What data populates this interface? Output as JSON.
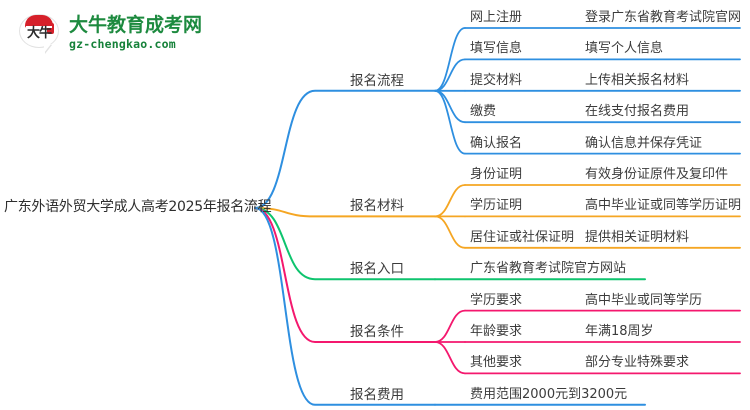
{
  "watermark": {
    "logo_mark_text": "大牛",
    "title": "大牛教育成考网",
    "subtitle": "gz-chengkao.com",
    "brand_green": "#1d8a3f",
    "brand_red": "#d6202a"
  },
  "mindmap": {
    "root": {
      "label": "广东外语外贸大学成人高考2025年报名流程"
    },
    "branches": [
      {
        "label": "报名流程",
        "color": "#2e8fe0",
        "children": [
          {
            "label": "网上注册",
            "detail": "登录广东省教育考试院官网"
          },
          {
            "label": "填写信息",
            "detail": "填写个人信息"
          },
          {
            "label": "提交材料",
            "detail": "上传相关报名材料"
          },
          {
            "label": "缴费",
            "detail": "在线支付报名费用"
          },
          {
            "label": "确认报名",
            "detail": "确认信息并保存凭证"
          }
        ]
      },
      {
        "label": "报名材料",
        "color": "#f5a623",
        "children": [
          {
            "label": "身份证明",
            "detail": "有效身份证原件及复印件"
          },
          {
            "label": "学历证明",
            "detail": "高中毕业证或同等学历证明"
          },
          {
            "label": "居住证或社保证明",
            "detail": "提供相关证明材料"
          }
        ]
      },
      {
        "label": "报名入口",
        "color": "#0ec46e",
        "children": [
          {
            "label": "广东省教育考试院官方网站",
            "detail": ""
          }
        ]
      },
      {
        "label": "报名条件",
        "color": "#f4186e",
        "children": [
          {
            "label": "学历要求",
            "detail": "高中毕业或同等学历"
          },
          {
            "label": "年龄要求",
            "detail": "年满18周岁"
          },
          {
            "label": "其他要求",
            "detail": "部分专业特殊要求"
          }
        ]
      },
      {
        "label": "报名费用",
        "color": "#2e8fe0",
        "children": [
          {
            "label": "费用范围2000元到3200元",
            "detail": ""
          }
        ]
      }
    ]
  }
}
